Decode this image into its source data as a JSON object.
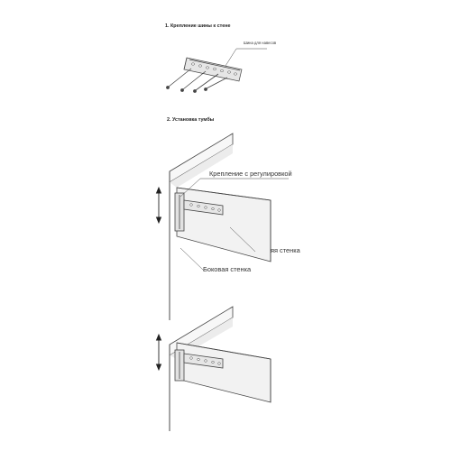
{
  "step1": {
    "title": "1. Крепление шины к стене",
    "rail_label": "Шина для навесов"
  },
  "step2": {
    "title": "2. Установка тумбы",
    "mount_label": "Крепление с регулировкой",
    "back_wall_label": "Задняя стенка",
    "side_wall_label": "Боковая стенка"
  },
  "colors": {
    "line": "#444444",
    "panel_fill": "#f2f2f2",
    "rail_fill": "#e6e6e6"
  },
  "icons": {
    "up_arrow": "double-headed-vertical-arrow-icon",
    "down_arrow": "double-headed-vertical-arrow-icon"
  }
}
